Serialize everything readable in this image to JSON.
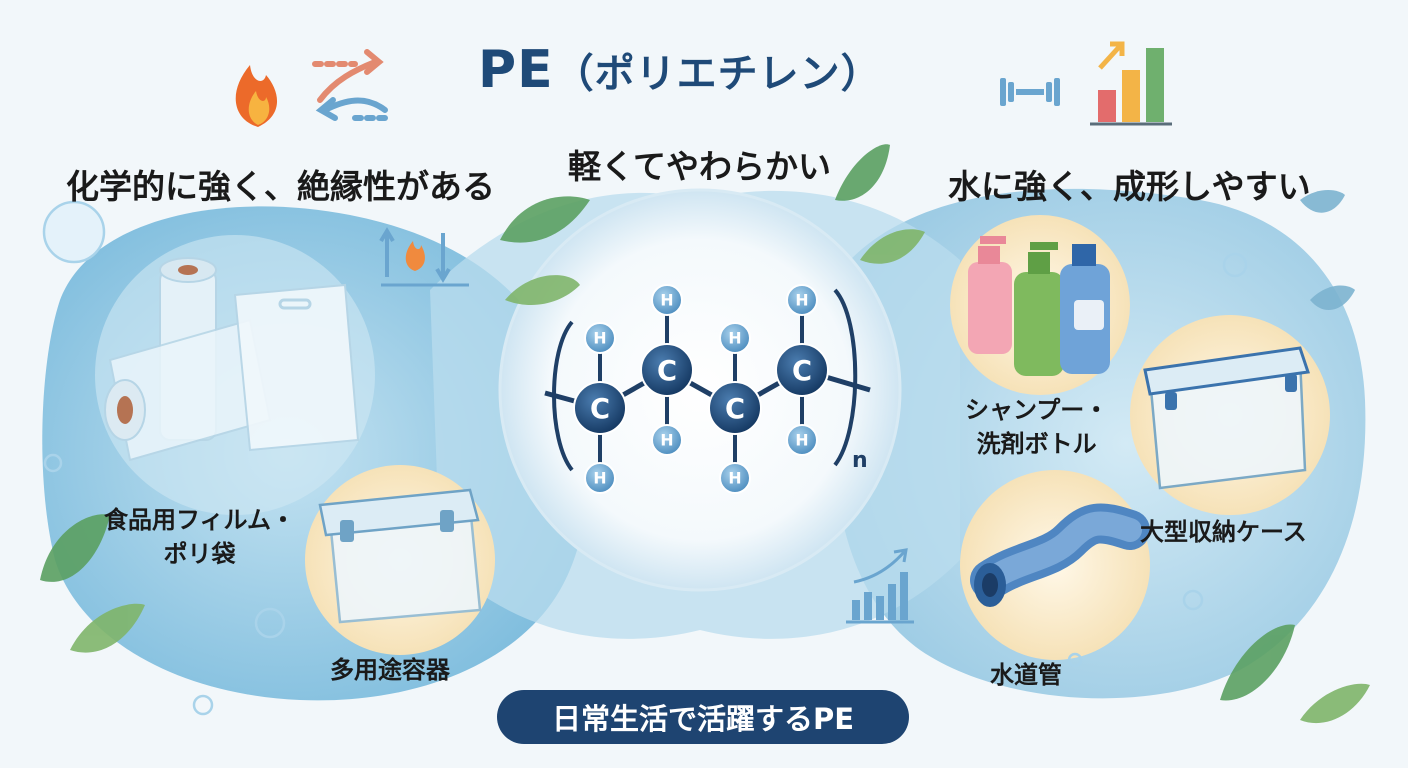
{
  "title": {
    "main": "PE",
    "sub": "（ポリエチレン）"
  },
  "headings": {
    "left": "化学的に強く、絶縁性がある",
    "center": "軽くてやわらかい",
    "right": "水に強く、成形しやすい"
  },
  "labels": {
    "film_line1": "食品用フィルム・",
    "film_line2": "ポリ袋",
    "multi_container": "多用途容器",
    "bottle_line1": "シャンプー・",
    "bottle_line2": "洗剤ボトル",
    "storage_case": "大型収納ケース",
    "water_pipe": "水道管"
  },
  "molecule": {
    "carbon": "C",
    "hydrogen": "H",
    "subscript": "n"
  },
  "footer": "日常生活で活躍するPE",
  "colors": {
    "title": "#1f4a78",
    "footer_bg": "#1e4471",
    "blob": "#9fcce3",
    "atom_carbon": "#1f4a78",
    "atom_hydrogen": "#6aa5cf",
    "leaf": "#4f9a56"
  },
  "icons": [
    "flame-icon",
    "swap-arrows-icon",
    "dumbbell-icon",
    "bar-chart-icon",
    "heat-resistance-icon",
    "growth-chart-icon"
  ]
}
